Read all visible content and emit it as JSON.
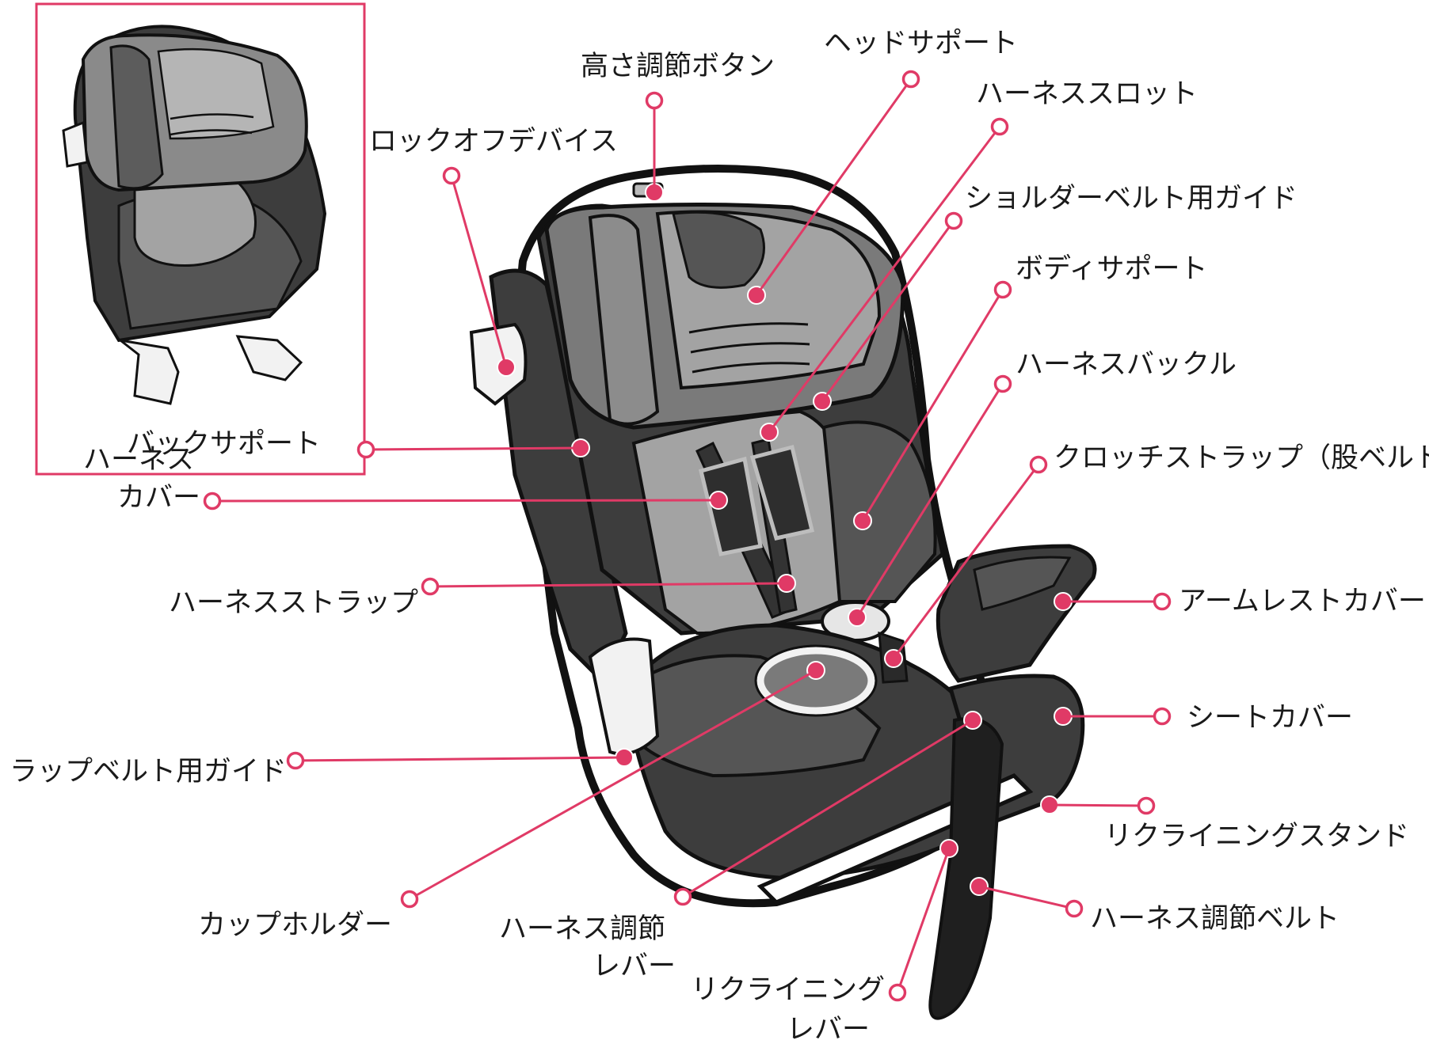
{
  "inset": {
    "caption": "バックサポート"
  },
  "labels": {
    "height_adjust_button": "高さ調節ボタン",
    "head_support": "ヘッドサポート",
    "lock_off_device": "ロックオフデバイス",
    "harness_slot": "ハーネススロット",
    "shoulder_belt_guide": "ショルダーベルト用ガイド",
    "body_support": "ボディサポート",
    "harness_buckle": "ハーネスバックル",
    "crotch_strap": "クロッチストラップ（股ベルト）",
    "harness_cover_1": "ハーネス",
    "harness_cover_2": "カバー",
    "harness_strap": "ハーネスストラップ",
    "armrest_cover": "アームレストカバー",
    "seat_cover": "シートカバー",
    "lap_belt_guide": "ラップベルト用ガイド",
    "reclining_stand": "リクライニングスタンド",
    "cup_holder": "カップホルダー",
    "harness_adjust_lever_1": "ハーネス調節",
    "harness_adjust_lever_2": "レバー",
    "harness_adjust_belt": "ハーネス調節ベルト",
    "reclining_lever_1": "リクライニング",
    "reclining_lever_2": "レバー"
  },
  "colors": {
    "accent": "#e03a66",
    "outline": "#111111",
    "dark_fabric": "#3d3d3d",
    "mid_fabric": "#6b6b6b",
    "light_fabric": "#a3a3a3",
    "plastic": "#f2f2f2"
  }
}
